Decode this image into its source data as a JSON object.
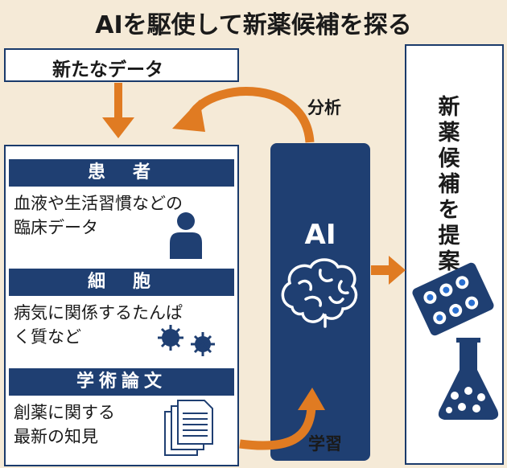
{
  "title": "AIを駆使して新薬候補を探る",
  "new_data": "新たなデータ",
  "sections": [
    {
      "heading": "患　者",
      "lines": [
        "血液や生活習慣などの",
        "臨床データ"
      ]
    },
    {
      "heading": "細　胞",
      "lines": [
        "病気に関係するたんぱ",
        "く質など"
      ]
    },
    {
      "heading": "学術論文",
      "lines": [
        "創薬に関する",
        "最新の知見"
      ]
    }
  ],
  "ai_label": "AI",
  "analysis_label": "分析",
  "learning_label": "学習",
  "proposal_chars": [
    "新",
    "薬",
    "候",
    "補",
    "を",
    "提",
    "案"
  ],
  "icons": [
    "person-icon",
    "virus-icon",
    "documents-icon",
    "brain-icon",
    "pill-pack-icon",
    "flask-icon"
  ],
  "colors": {
    "navy": "#1f3f72",
    "orange": "#e07b22",
    "background": "#f5ead7",
    "pill_blue": "#2a6fd0"
  }
}
